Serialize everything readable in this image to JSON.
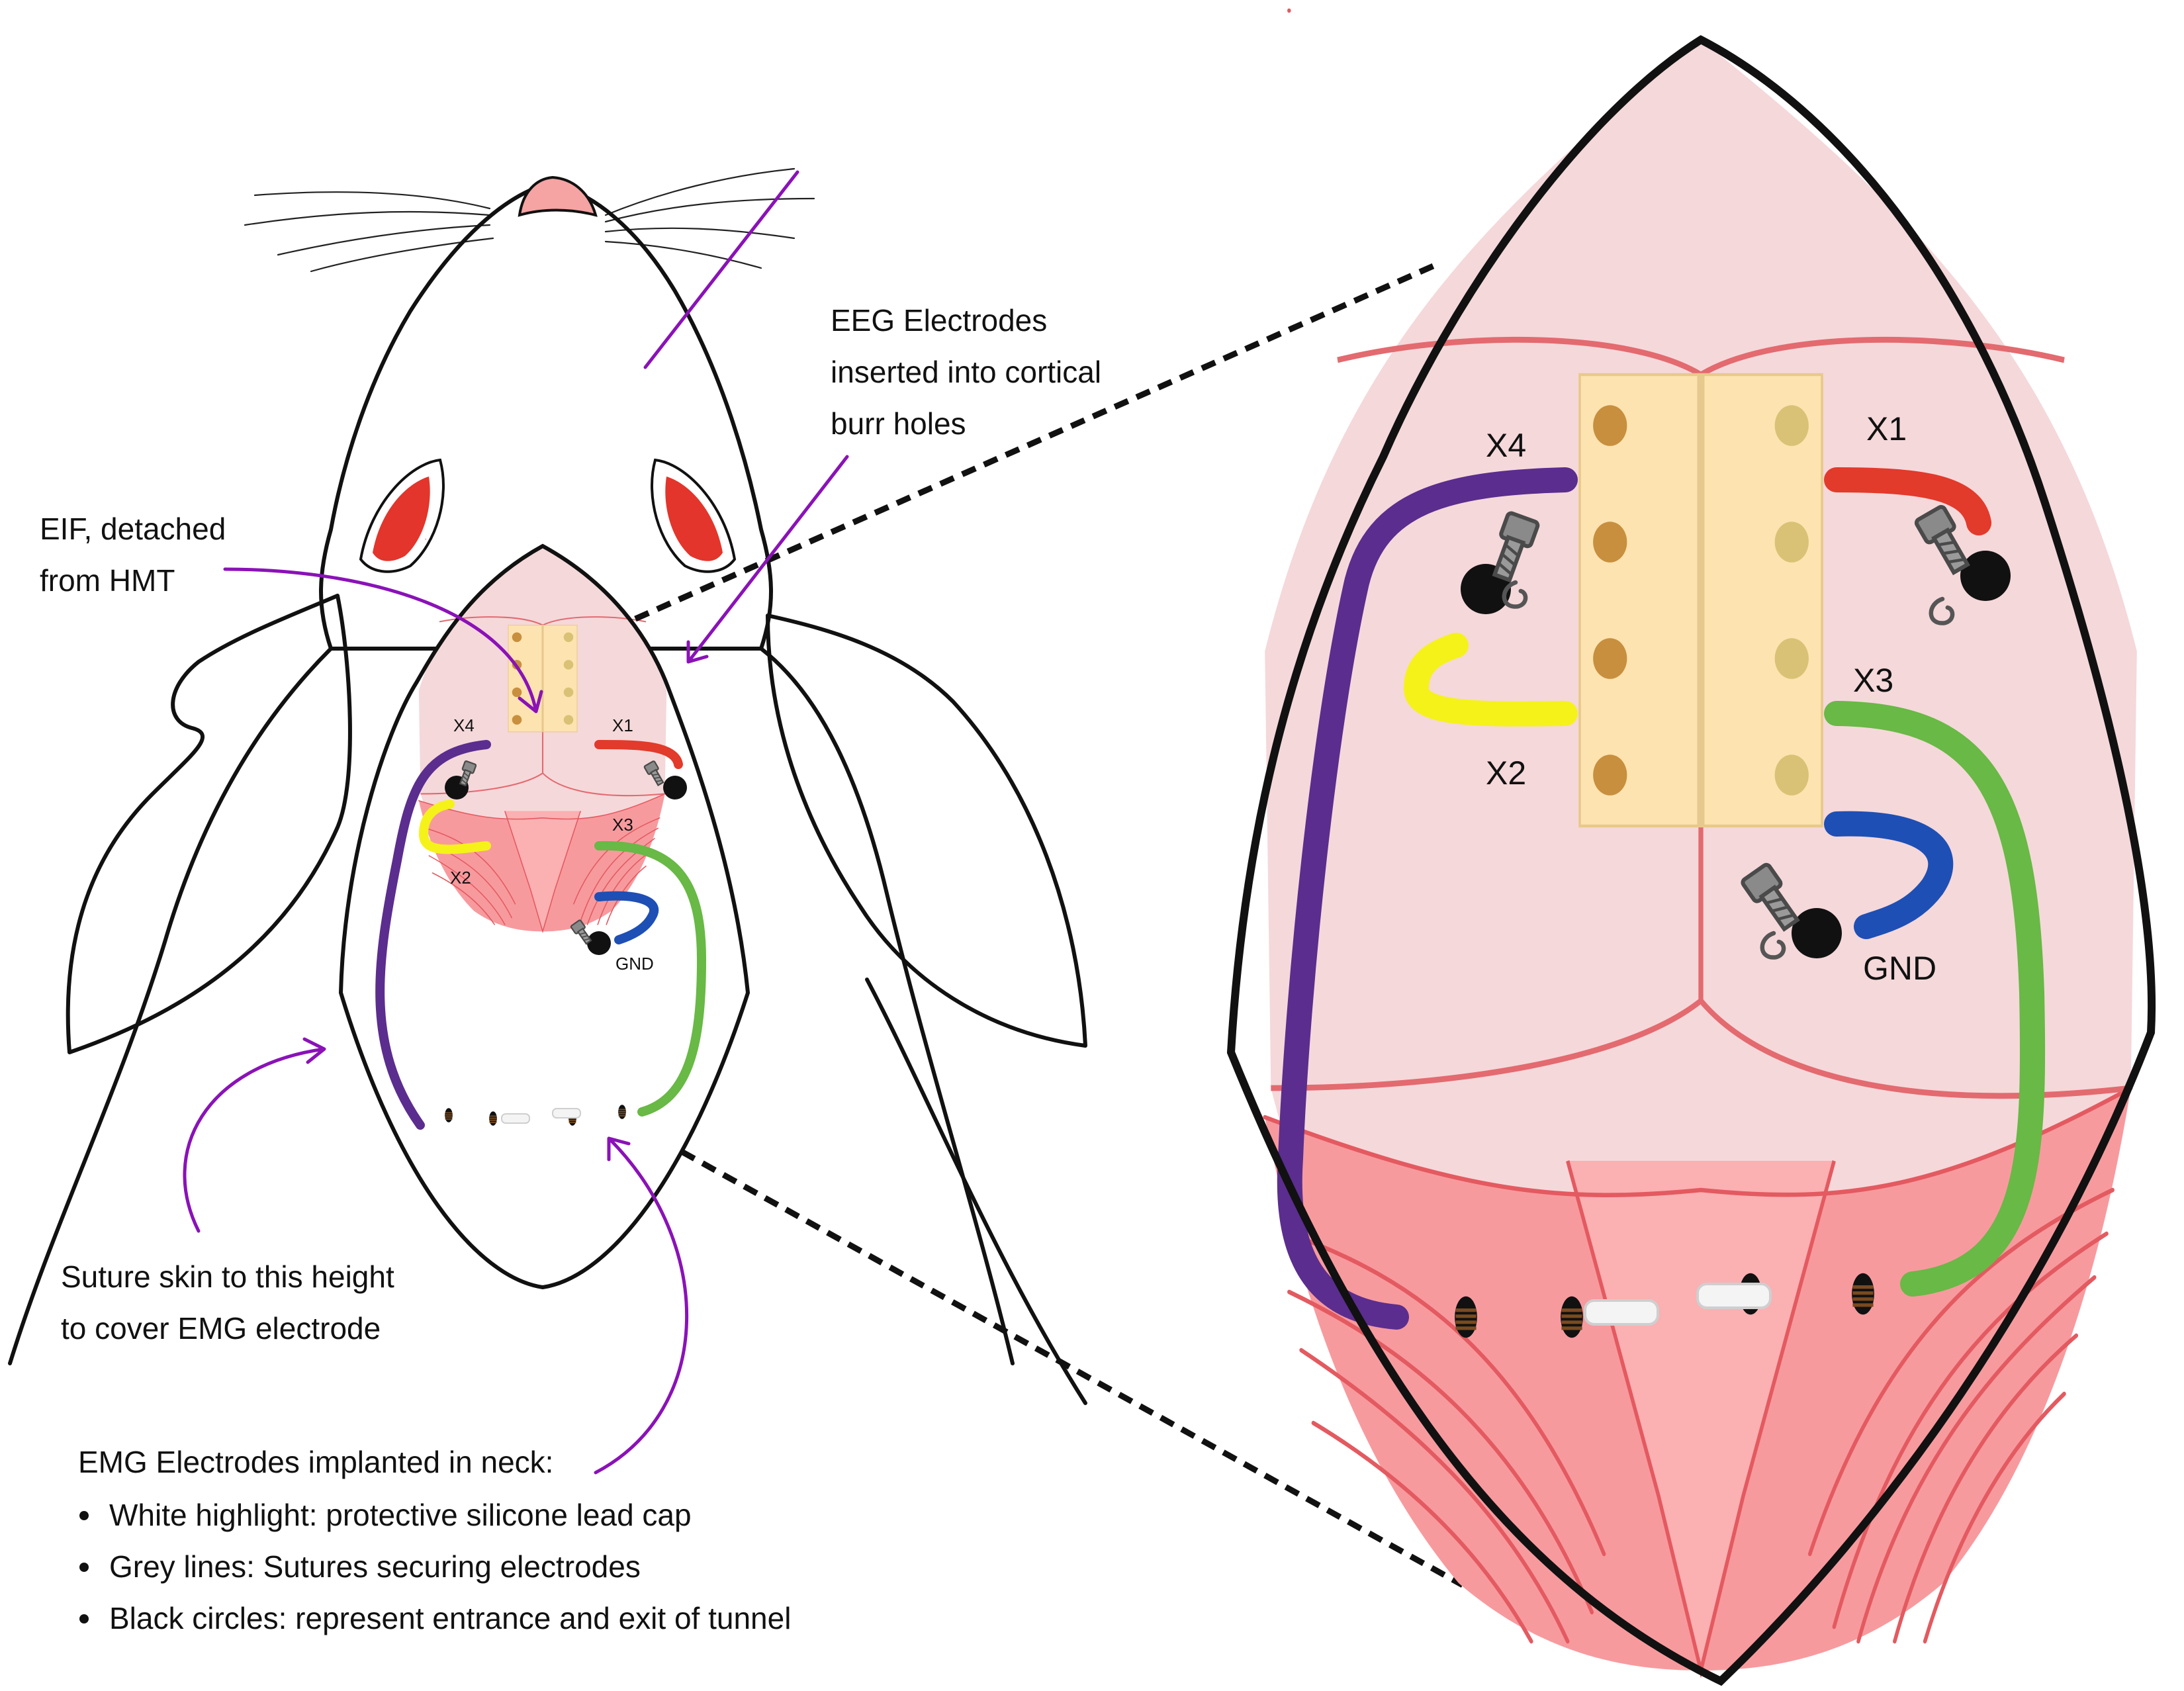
{
  "annotations": {
    "eeg": [
      "EEG Electrodes",
      "inserted into cortical",
      "burr holes"
    ],
    "eif": [
      "EIF, detached",
      "from HMT"
    ],
    "suture": [
      "Suture skin to this height",
      "to cover EMG electrode"
    ],
    "emg_title": "EMG Electrodes implanted in neck:",
    "emg_bullets": [
      "White highlight: protective silicone lead cap",
      "Grey lines: Sutures securing electrodes",
      "Black circles: represent entrance and exit of tunnel"
    ]
  },
  "electrode_labels": {
    "x1": "X1",
    "x2": "X2",
    "x3": "X3",
    "x4": "X4",
    "gnd": "GND"
  },
  "colors": {
    "arrow": "#8a12b7",
    "skin": "#f5d8da",
    "muscle": "#f79a9e",
    "connector": "#fce3b0",
    "x1_wire": "#e23a2b",
    "x2_wire": "#f5f21a",
    "x3_wire": "#68b945",
    "x4_wire": "#5b2d8e",
    "gnd_wire": "#1e4fb5",
    "eye": "#e3352b",
    "nose": "#f5a3a3"
  }
}
